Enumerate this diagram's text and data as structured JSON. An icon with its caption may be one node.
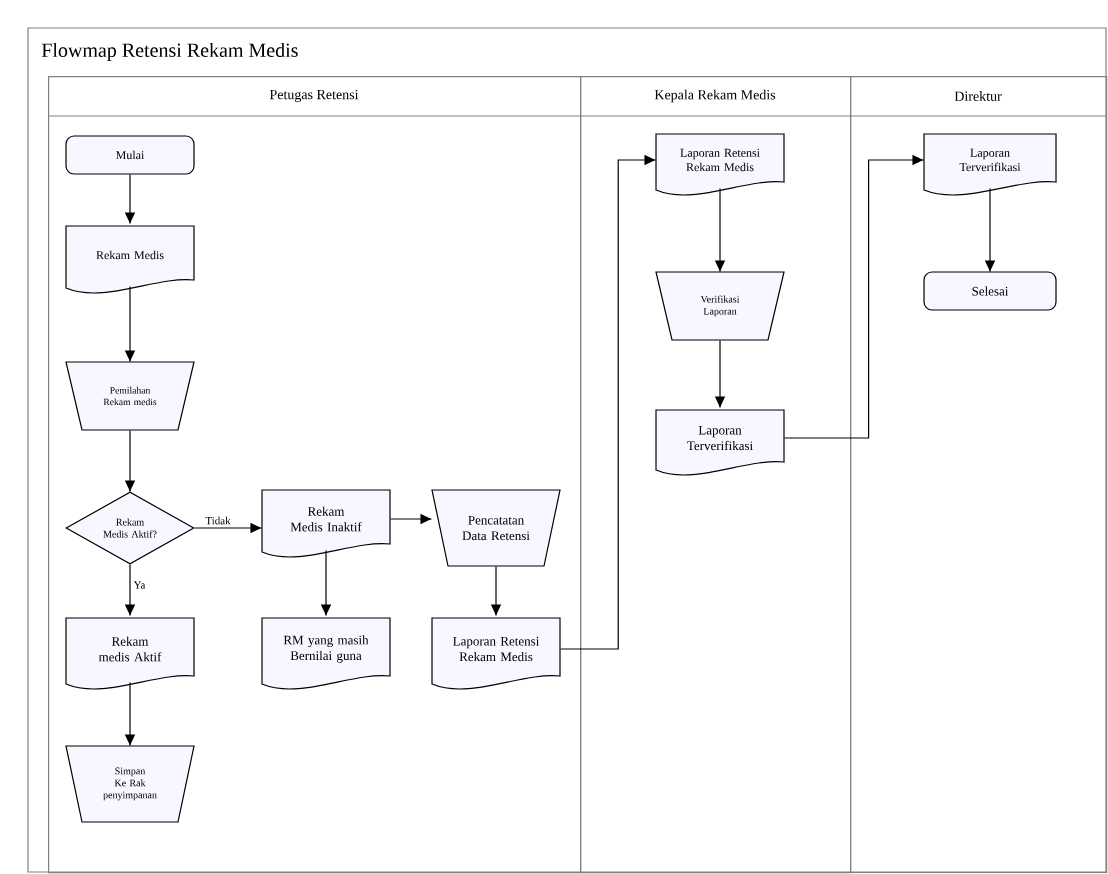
{
  "diagram": {
    "title": "Flowmap Retensi Rekam Medis",
    "nodes": [
      {
        "text": [
          "Petugas Retensi"
        ]
      },
      {
        "text": [
          "Kepala Rekam Medis"
        ]
      },
      {
        "text": [
          "Direktur"
        ]
      },
      {
        "text": [
          "Mulai"
        ],
        "in": 0
      },
      {
        "text": [
          "Rekam Medis"
        ],
        "in": 0
      },
      {
        "text": [
          "Pemilahan Rekam medis"
        ],
        "in": 0
      },
      {
        "text": [
          "Rekam Medis Aktif?"
        ],
        "in": 0
      },
      {
        "text": [
          "Rekam Medis Inaktif"
        ],
        "in": 0
      },
      {
        "text": [
          "Pencatatan Data Retensi"
        ],
        "in": 0
      },
      {
        "text": [
          "Rekam medis Aktif"
        ],
        "in": 0
      },
      {
        "text": [
          "RM yang masih Bernilai guna"
        ],
        "in": 0
      },
      {
        "text": [
          "Laporan Retensi Rekam Medis"
        ],
        "in": 0
      },
      {
        "text": [
          "Simpan Ke Rak penyimpanan"
        ],
        "in": 0
      },
      {
        "text": [
          "Laporan Retensi Rekam Medis"
        ],
        "in": 1
      },
      {
        "text": [
          "Verifikasi Laporan"
        ],
        "in": 1
      },
      {
        "text": [
          "Laporan Terverifikasi"
        ],
        "in": 1
      },
      {
        "text": [
          "Laporan Terverifikasi"
        ],
        "in": 2
      },
      {
        "text": [
          "Selesai"
        ],
        "in": 2
      }
    ],
    "edges": [
      {
        "from": 3,
        "to": 4,
        "arrow": "to"
      },
      {
        "from": 4,
        "to": 5,
        "arrow": "to"
      },
      {
        "from": 5,
        "to": 6,
        "arrow": "to"
      },
      {
        "from": 6,
        "to": 7,
        "arrow": "to",
        "label": "Tidak"
      },
      {
        "from": 6,
        "to": 9,
        "arrow": "to",
        "label": "Ya"
      },
      {
        "from": 9,
        "to": 12,
        "arrow": "to"
      },
      {
        "from": 7,
        "to": 8,
        "arrow": "to"
      },
      {
        "from": 7,
        "to": 10,
        "arrow": "to"
      },
      {
        "from": 8,
        "to": 11,
        "arrow": "to"
      },
      {
        "from": 11,
        "to": 13,
        "arrow": "to"
      },
      {
        "from": 13,
        "to": 14,
        "arrow": "to"
      },
      {
        "from": 14,
        "to": 15,
        "arrow": "to"
      },
      {
        "from": 15,
        "to": 16,
        "arrow": "to"
      },
      {
        "from": 16,
        "to": 17,
        "arrow": "to"
      }
    ]
  }
}
